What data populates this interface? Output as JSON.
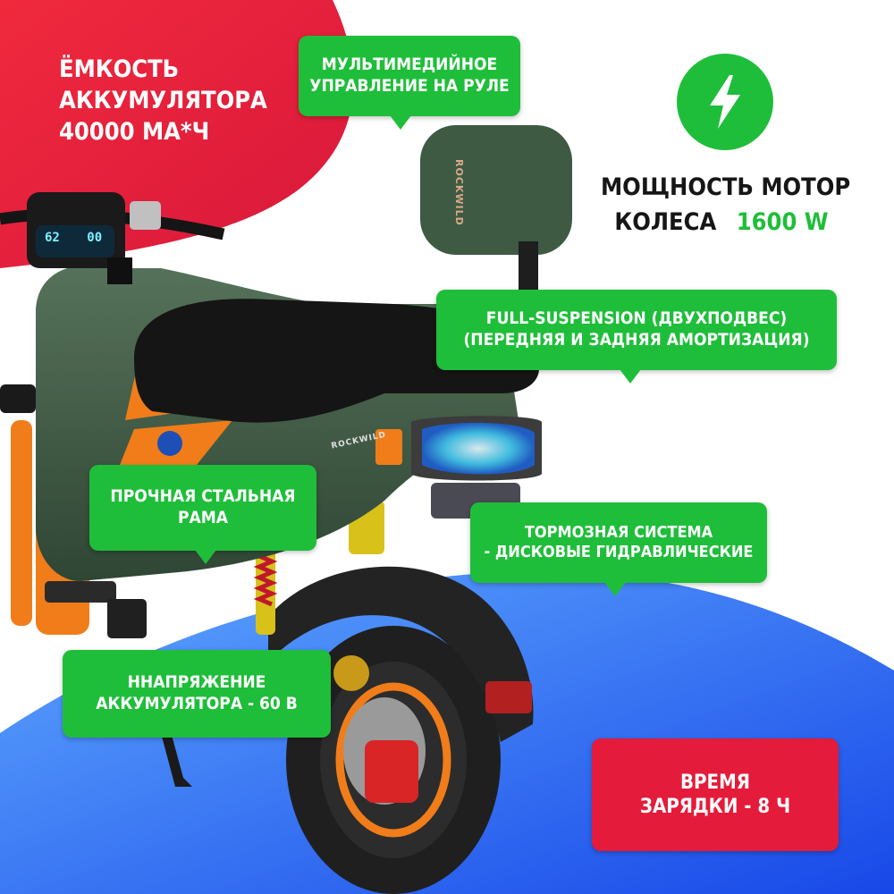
{
  "colors": {
    "accent_green": "#1fbe3a",
    "accent_red": "#e41b3a",
    "background_blue": "#1d5ff0",
    "scooter_green": "#3e5a43",
    "scooter_orange": "#f07d1a"
  },
  "battery_capacity": {
    "line1": "ЁМКОСТЬ",
    "line2": "АККУМУЛЯТОРА",
    "line3": "40000 МА*Ч"
  },
  "callouts": {
    "multimedia": {
      "line1": "МУЛЬТИМЕДИЙНОЕ",
      "line2": "УПРАВЛЕНИЕ НА РУЛЕ"
    },
    "suspension": {
      "line1": "FULL-SUSPENSION (ДВУХПОДВЕС)",
      "line2": "(ПЕРЕДНЯЯ И ЗАДНЯЯ АМОРТИЗАЦИЯ)"
    },
    "frame": {
      "line1": "ПРОЧНАЯ СТАЛЬНАЯ",
      "line2": "РАМА"
    },
    "brake": {
      "line1": "ТОРМОЗНАЯ СИСТЕМА",
      "line2": "- ДИСКОВЫЕ ГИДРАВЛИЧЕСКИЕ"
    },
    "voltage": {
      "line1": "ННАПРЯЖЕНИЕ",
      "line2": "АККУМУЛЯТОРА - 60 В"
    },
    "charge": {
      "line1": "ВРЕМЯ",
      "line2": "ЗАРЯДКИ - 8 Ч"
    }
  },
  "motor_power": {
    "icon": "lightning-bolt-icon",
    "line1": "МОЩНОСТЬ МОТОР",
    "line2": "КОЛЕСА",
    "value": "1600 W"
  },
  "brand_text": "ROCKWILD",
  "dashboard": {
    "speed": "62",
    "right": "00"
  }
}
